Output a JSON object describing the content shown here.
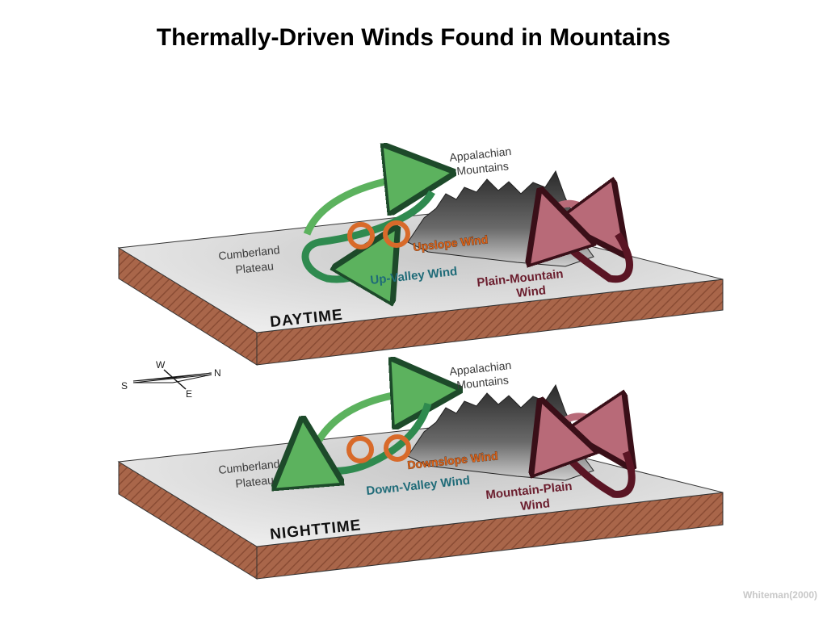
{
  "title": "Thermally-Driven Winds Found in Mountains",
  "credit": "Whiteman(2000)",
  "colors": {
    "slab_top": "#e6e6e6",
    "slab_side": "#a9664a",
    "mountain": "#3c3c3c",
    "valley_wind": "#2f8a4f",
    "slope_wind": "#d86a2a",
    "plain_wind": "#7a2636"
  },
  "compass": {
    "north": "N",
    "south": "S",
    "east": "E",
    "west": "W"
  },
  "daytime": {
    "panel_label": "DAYTIME",
    "mountains_line1": "Appalachian",
    "mountains_line2": "Mountains",
    "plateau_line1": "Cumberland",
    "plateau_line2": "Plateau",
    "slope_wind": "Upslope Wind",
    "valley_wind": "Up-Valley Wind",
    "plain_wind_line1": "Plain-Mountain",
    "plain_wind_line2": "Wind"
  },
  "nighttime": {
    "panel_label": "NIGHTTIME",
    "mountains_line1": "Appalachian",
    "mountains_line2": "Mountains",
    "plateau_line1": "Cumberland",
    "plateau_line2": "Plateau",
    "slope_wind": "Downslope Wind",
    "valley_wind": "Down-Valley Wind",
    "plain_wind_line1": "Mountain-Plain",
    "plain_wind_line2": "Wind"
  }
}
